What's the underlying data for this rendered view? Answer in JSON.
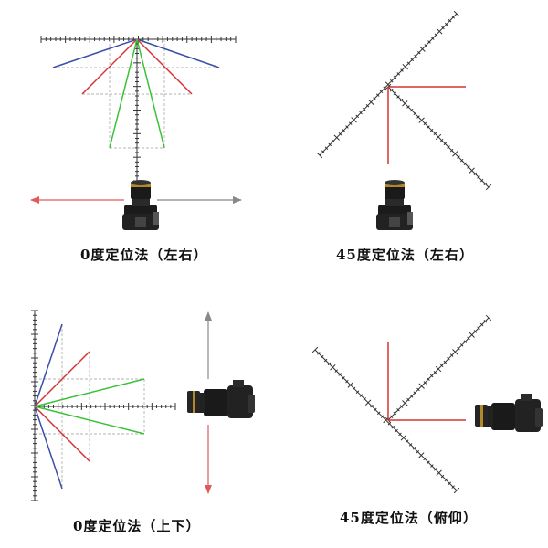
{
  "panels": [
    {
      "id": "zero-lr",
      "caption": "0度定位法（左右）"
    },
    {
      "id": "fortyfive-lr",
      "caption": "45度定位法（左右）"
    },
    {
      "id": "zero-ud",
      "caption": "0度定位法（上下）"
    },
    {
      "id": "fortyfive-updown",
      "caption": "45度定位法（俯仰）"
    }
  ],
  "colors": {
    "blue": "#3a4fa8",
    "red": "#d63232",
    "green": "#38c238",
    "ruler": "#333333",
    "guide": "#9a9a9a",
    "arrow_red": "#e05a5a",
    "arrow_gray": "#888888"
  },
  "icons": [
    "camera-icon"
  ]
}
